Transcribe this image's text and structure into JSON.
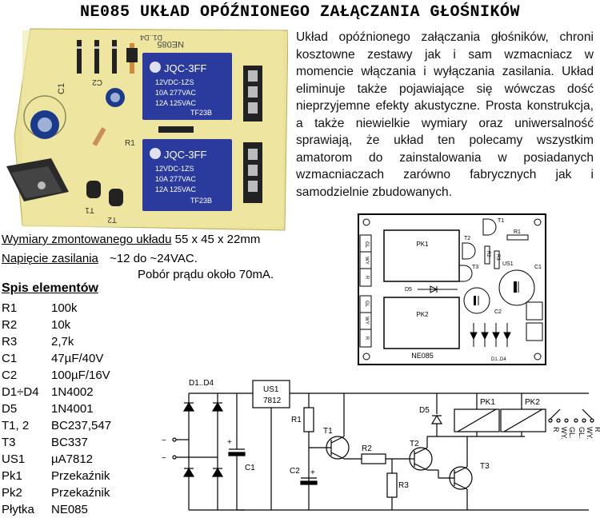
{
  "title": "NE085 UKŁAD OPÓŹNIONEGO ZAŁĄCZANIA GŁOŚNIKÓW",
  "description": "Układ opóźnionego załączania głośników, chroni kosztowne zestawy jak i sam wzmacniacz w momencie włączania i wyłączania zasilania. Układ eliminuje także pojawiające się wówczas dość nieprzyjemne efekty akustyczne. Prosta konstrukcja, a także niewielkie wymiary oraz uniwersalność sprawiają, że układ ten polecamy wszystkim amatorom do zainstalowania w posiadanych wzmacniaczach zarówno fabrycznych jak i samodzielnie zbudowanych.",
  "specs": {
    "dimensions_label": "Wymiary zmontowanego układu",
    "dimensions_value": "55 x 45 x 22mm",
    "supply_label": "Napięcie zasilania",
    "supply_value": "~12 do ~24VAC.",
    "current_line": "Pobór prądu około 70mA."
  },
  "parts_heading": "Spis elementów",
  "parts": [
    {
      "ref": "R1",
      "value": "100k"
    },
    {
      "ref": "R2",
      "value": "10k"
    },
    {
      "ref": "R3",
      "value": "2,7k"
    },
    {
      "ref": "C1",
      "value": "47µF/40V"
    },
    {
      "ref": "C2",
      "value": "100µF/16V"
    },
    {
      "ref": "D1÷D4",
      "value": "1N4002"
    },
    {
      "ref": "D5",
      "value": "1N4001"
    },
    {
      "ref": "T1, 2",
      "value": "BC237,547"
    },
    {
      "ref": "T3",
      "value": "BC337"
    },
    {
      "ref": "US1",
      "value": "µA7812"
    },
    {
      "ref": "Pk1",
      "value": "Przekaźnik"
    },
    {
      "ref": "Pk2",
      "value": "Przekaźnik"
    },
    {
      "ref": "Płytka",
      "value": "NE085"
    }
  ],
  "photo": {
    "board_label": "NE085",
    "board_label2": "D1..D4",
    "relay_brand": "JQC-3FF",
    "relay_line1": "12VDC-1ZS",
    "relay_line2": "10A 277VAC",
    "relay_line3": "12A 125VAC",
    "relay_line4": "TF23B",
    "c1": "C1",
    "c2": "C2",
    "r1": "R1",
    "t1": "T1",
    "t2": "T2",
    "colors": {
      "board": "#efe9a6",
      "relay": "#2a3a9a",
      "cap": "#1b3a8a"
    }
  },
  "pcb": {
    "pk1": "PK1",
    "pk2": "PK2",
    "t1": "T1",
    "t2": "T2",
    "t3": "T3",
    "r1": "R1",
    "r2": "R2",
    "r3": "R3",
    "us1": "US1",
    "c1": "C1",
    "c2": "C2",
    "d5": "D5",
    "gl": "GL",
    "wy": "WY",
    "r": "R",
    "name": "NE085",
    "d14": "D1..D4"
  },
  "schematic": {
    "d14": "D1..D4",
    "us1": "US1",
    "us1_val": "7812",
    "c1": "C1",
    "c2": "C2",
    "r1": "R1",
    "r2": "R2",
    "r3": "R3",
    "t1": "T1",
    "t2": "T2",
    "t3": "T3",
    "d5": "D5",
    "pk1": "PK1",
    "pk2": "PK2",
    "ac": "~",
    "plus": "+",
    "out1": [
      "R",
      "WY.",
      "GL."
    ],
    "out2": [
      "GL.",
      "WY.",
      "R"
    ]
  }
}
